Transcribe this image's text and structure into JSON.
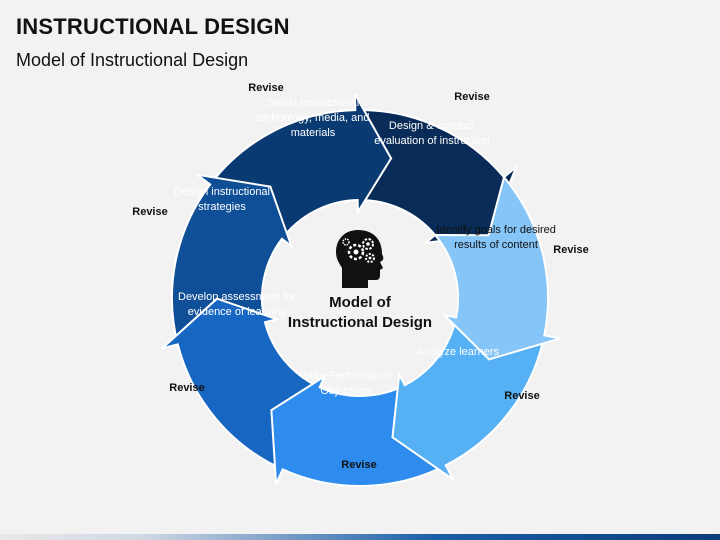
{
  "header": {
    "title": "INSTRUCTIONAL DESIGN",
    "subtitle": "Model of Instructional Design"
  },
  "center": {
    "title_line1": "Model of",
    "title_line2": "Instructional Design",
    "icon": "head-gears-icon"
  },
  "steps": [
    {
      "label": "Identify goals for desired results of content",
      "color": "#86c5f8"
    },
    {
      "label": "Analyze learners",
      "color": "#56b0f4"
    },
    {
      "label": "Write Performance Objectives",
      "color": "#2d8cee"
    },
    {
      "label": "Develop assessment for evidence of learning",
      "color": "#1767c2"
    },
    {
      "label": "Design instructional strategies",
      "color": "#0f4f98"
    },
    {
      "label": "Select instructional technology, media, and materials",
      "color": "#0a3a72"
    },
    {
      "label": "Design & conduct evaluation of instruction",
      "color": "#082c57"
    }
  ],
  "revise_labels": [
    "Revise",
    "Revise",
    "Revise",
    "Revise",
    "Revise",
    "Revise",
    "Revise"
  ]
}
